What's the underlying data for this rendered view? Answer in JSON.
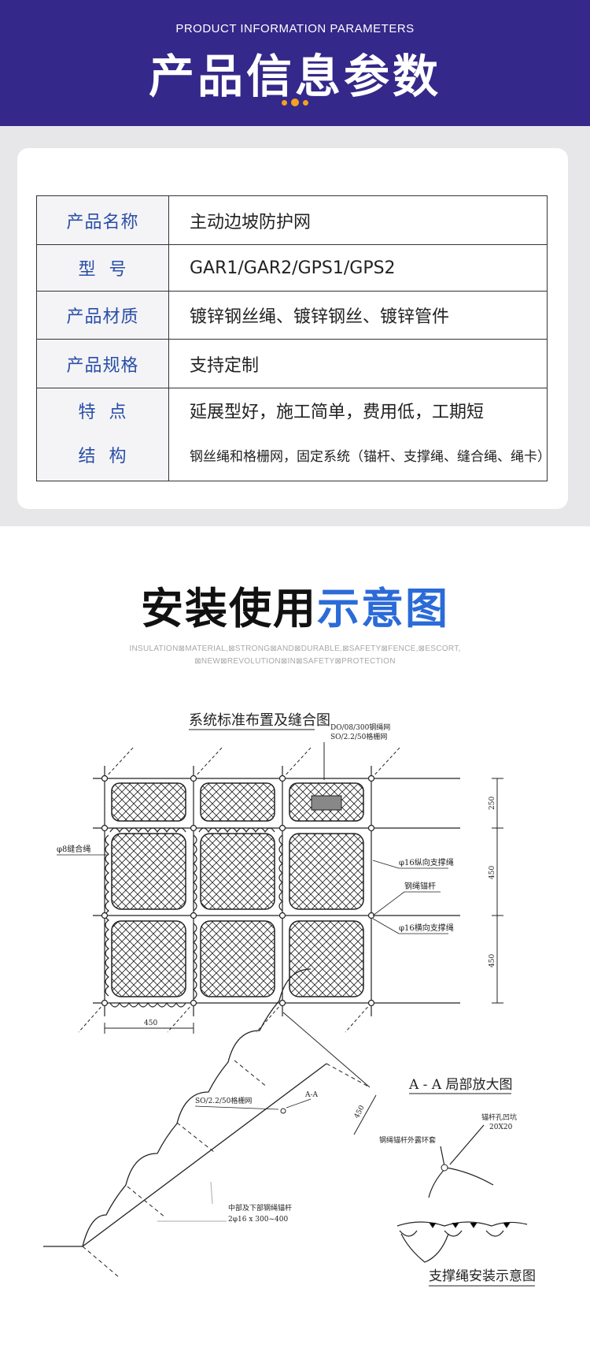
{
  "header": {
    "subtitle": "PRODUCT INFORMATION PARAMETERS",
    "title": "产品信息参数"
  },
  "params": [
    {
      "key": "产品名称",
      "value": "主动边坡防护网"
    },
    {
      "key": "型  号",
      "value": "GAR1/GAR2/GPS1/GPS2"
    },
    {
      "key": "产品材质",
      "value": "镀锌钢丝绳、镀锌钢丝、镀锌管件"
    },
    {
      "key": "产品规格",
      "value": "支持定制"
    },
    {
      "key": "特  点",
      "value": "延展型好，施工简单，费用低，工期短"
    },
    {
      "key": "结  构",
      "value": "钢丝绳和格栅网，固定系统（锚杆、支撑绳、缝合绳、绳卡）"
    }
  ],
  "install": {
    "title_main": "安装使用",
    "title_highlight": "示意图",
    "sub_line1": "INSULATION⊠MATERIAL,⊠STRONG⊠AND⊠DURABLE,⊠SAFETY⊠FENCE,⊠ESCORT,",
    "sub_line2": "⊠NEW⊠REVOLUTION⊠IN⊠SAFETY⊠PROTECTION"
  },
  "diagram": {
    "plan_title": "系统标准布置及缝合图",
    "net_label_1": "DO/08/300钢绳网",
    "net_label_2": "SO/2.2/50格栅网",
    "left_label": "φ8缝合绳",
    "right_label_1": "φ16纵向支撑绳",
    "right_label_2": "钢绳锚杆",
    "right_label_3": "φ16横向支撑绳",
    "dim_250": "250",
    "dim_450_a": "450",
    "dim_450_b": "450",
    "dim_bottom": "450",
    "slope_label": "SO/2.2/50格栅网",
    "slope_aa": "A-A",
    "slope_dim": "450",
    "slope_anchor_1": "中部及下部钢绳锚杆",
    "slope_anchor_2": "2φ16 x 300~400",
    "detail_title": "A - A 局部放大图",
    "detail_label_1": "锚杆孔凹坑",
    "detail_label_2": "20X20",
    "detail_label_3": "钢绳锚杆外露环套",
    "support_title": "支撑绳安装示意图"
  }
}
